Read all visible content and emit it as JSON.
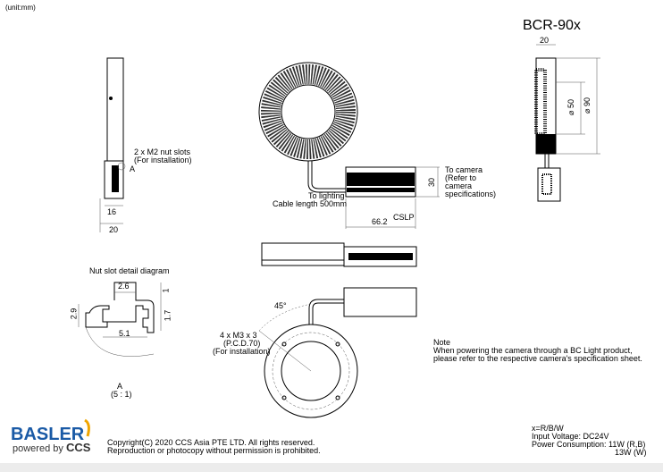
{
  "unit": "(unit:mm)",
  "model": "BCR-90x",
  "side_view": {
    "nut_slots": "2 x M2 nut slots",
    "for_installation": "(For installation)",
    "detail_ref": "A",
    "dim_16": "16",
    "dim_20": "20"
  },
  "front_view": {
    "to_camera": "To camera",
    "refer_to": "(Refer to",
    "camera": " camera",
    "specifications": " specifications)",
    "dim_30": "30",
    "to_lighting": "To lighting",
    "cable_length": "Cable length 500mm",
    "dim_66": "66.2",
    "mount": "CSLP"
  },
  "right_view": {
    "dim_20": "20",
    "dia_50": "⌀ 50",
    "dia_90": "⌀ 90"
  },
  "bottom_view": {
    "angle": "45°",
    "screws": "4 x M3 x 3",
    "pcd": "(P.C.D.70)",
    "for_installation": "(For installation)"
  },
  "detail": {
    "title": "Nut slot detail diagram",
    "dim_2_6": "2.6",
    "dim_1": "1",
    "dim_2_9": "2.9",
    "dim_1_7": "1.7",
    "dim_5_1": "5.1",
    "label": "A",
    "scale": "(5 : 1)"
  },
  "note": {
    "title": "Note",
    "line1": "When powering the camera through a BC Light product,",
    "line2": "please refer to the respective camera's specification sheet."
  },
  "logo": {
    "brand": "BASLER",
    "powered_by": "powered by",
    "partner": "CCS",
    "brand_color": "#1a5aa6"
  },
  "copyright": {
    "line1": "Copyright(C) 2020 CCS Asia PTE LTD. All rights reserved.",
    "line2": "Reproduction or photocopy without permission is prohibited."
  },
  "specs": {
    "variants": "x=R/B/W",
    "voltage": "Input Voltage: DC24V",
    "power": "Power Consumption: 11W (R,B)",
    "power2": "13W (W)"
  }
}
